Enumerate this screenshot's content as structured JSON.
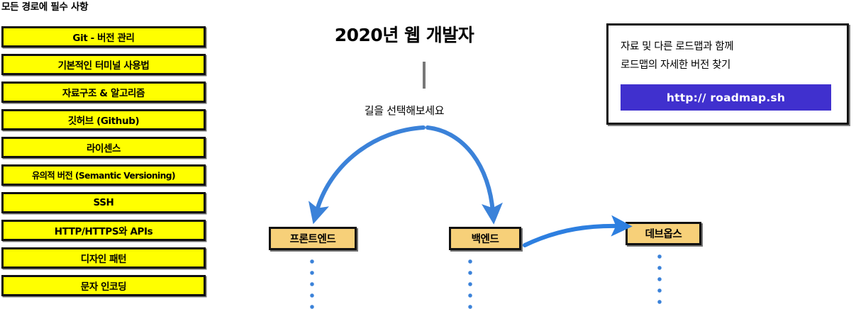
{
  "colors": {
    "essential_fill": "#ffff00",
    "node_fill": "#f7d079",
    "arrow_blue": "#3b82d9",
    "button_violet": "#4030ce",
    "outline_black": "#111111",
    "stem_gray": "#787878"
  },
  "left_column": {
    "heading": "모든 경로에 필수 사항",
    "items": [
      {
        "label": "Git - 버전 관리",
        "small": false
      },
      {
        "label": "기본적인 터미널 사용법",
        "small": false
      },
      {
        "label": "자료구조 & 알고리즘",
        "small": false
      },
      {
        "label": "깃허브 (Github)",
        "small": false
      },
      {
        "label": "라이센스",
        "small": false
      },
      {
        "label": "유의적 버전 (Semantic Versioning)",
        "small": true
      },
      {
        "label": "SSH",
        "small": false
      },
      {
        "label": "HTTP/HTTPS와 APIs",
        "small": false
      },
      {
        "label": "디자인 패턴",
        "small": false
      },
      {
        "label": "문자 인코딩",
        "small": false
      }
    ]
  },
  "center": {
    "title_year": "2020",
    "title_rest": "년 웹 개발자",
    "title_full": "2020년 웹 개발자",
    "choose_path_label": "길을 선택해보세요"
  },
  "info_box": {
    "line1": "자료 및 다른 로드맵과 함께",
    "line2": "로드맵의 자세한 버전 찾기",
    "button_label": "http:// roadmap.sh"
  },
  "path_nodes": [
    {
      "id": "frontend",
      "label": "프론트엔드"
    },
    {
      "id": "backend",
      "label": "백엔드"
    },
    {
      "id": "devops",
      "label": "데브옵스"
    }
  ]
}
